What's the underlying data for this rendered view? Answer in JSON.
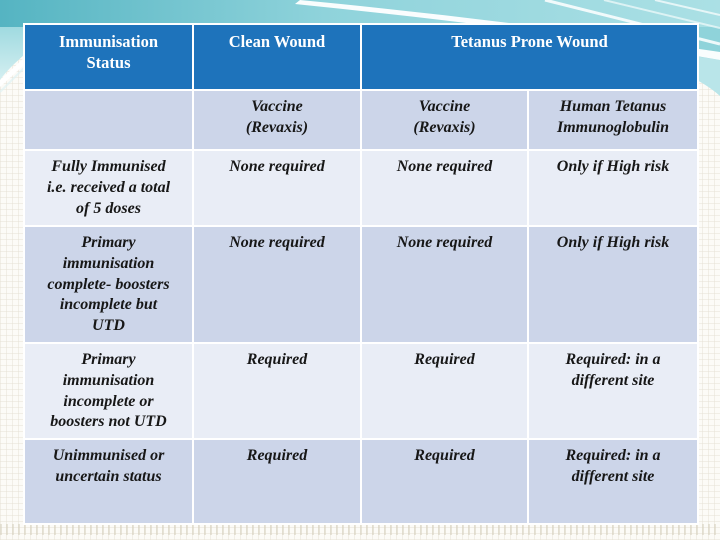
{
  "colors": {
    "header_bg": "#1E73BB",
    "header_text": "#FFFFFF",
    "band_dark": "#CCD5E9",
    "band_light": "#E9EDF6",
    "body_text": "#171717",
    "teal_dark": "#55B4C2",
    "teal_light": "#ABE0E5"
  },
  "table": {
    "header": {
      "status_label": "Immunisation\nStatus",
      "clean": "Clean Wound",
      "prone": "Tetanus Prone Wound"
    },
    "subheader": {
      "status": "",
      "clean_vaccine": "Vaccine\n(Revaxis)",
      "prone_vaccine": "Vaccine\n(Revaxis)",
      "immunoglobulin": "Human Tetanus\nImmunoglobulin"
    },
    "rows": [
      {
        "status": "Fully Immunised\ni.e. received a total\nof 5 doses",
        "clean_vaccine": "None required",
        "prone_vaccine": "None required",
        "immunoglobulin": "Only if High risk"
      },
      {
        "status": "Primary\nimmunisation\ncomplete- boosters\nincomplete but\nUTD",
        "clean_vaccine": "None required",
        "prone_vaccine": "None required",
        "immunoglobulin": "Only if High risk"
      },
      {
        "status": "Primary\nimmunisation\nincomplete or\nboosters not UTD",
        "clean_vaccine": "Required",
        "prone_vaccine": "Required",
        "immunoglobulin": "Required: in a\ndifferent site"
      },
      {
        "status": "Unimmunised or\nuncertain status",
        "clean_vaccine": "Required",
        "prone_vaccine": "Required",
        "immunoglobulin": "Required: in a\ndifferent site"
      }
    ]
  }
}
